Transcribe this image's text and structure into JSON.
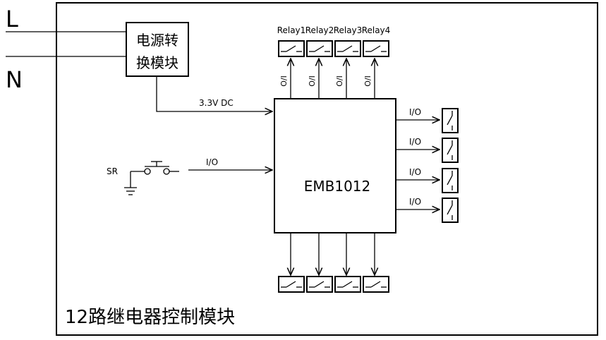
{
  "supply": {
    "line_label": "L",
    "neutral_label": "N"
  },
  "power_module": {
    "line1": "电源转",
    "line2": "换模块"
  },
  "dc_label": "3.3V DC",
  "sr": {
    "label": "SR",
    "io_label": "I/O"
  },
  "mcu": {
    "label": "EMB1012"
  },
  "top_relays": {
    "labels": [
      "Relay1",
      "Relay2",
      "Relay3",
      "Relay4"
    ],
    "io_label": "O/I"
  },
  "right_outputs": {
    "io_label": "I/O",
    "count": 4
  },
  "bottom_relays": {
    "count": 4
  },
  "module_title": "12路继电器控制模块"
}
